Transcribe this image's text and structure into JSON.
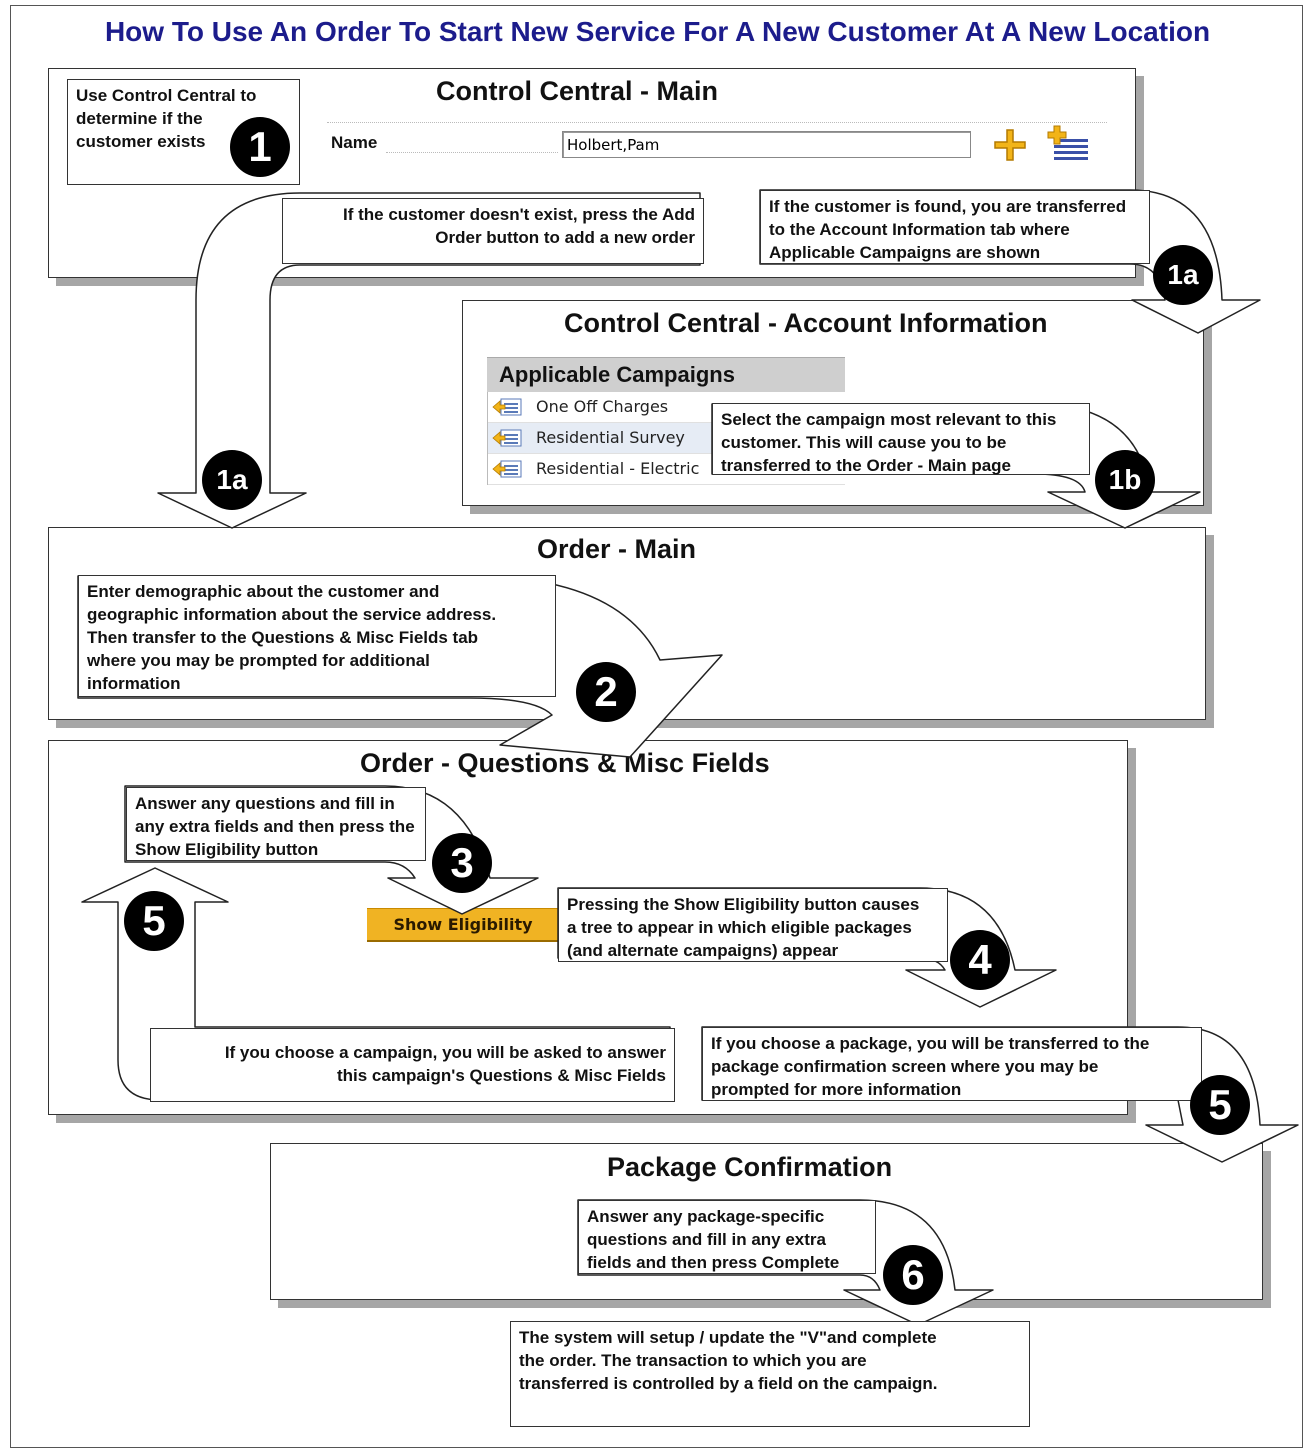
{
  "title": "How To Use An Order To Start New Service For A New Customer At A New Location",
  "panels": {
    "control_central_main": "Control Central - Main",
    "account_information": "Control Central - Account Information",
    "order_main": "Order - Main",
    "questions_misc": "Order - Questions & Misc Fields",
    "package_confirmation": "Package Confirmation"
  },
  "search": {
    "name_label": "Name",
    "name_value": "Holbert,Pam"
  },
  "campaigns": {
    "header": "Applicable Campaigns",
    "items": [
      "One Off Charges",
      "Residential Survey",
      "Residential - Electric"
    ]
  },
  "button": {
    "show_eligibility": "Show Eligibility"
  },
  "notes": {
    "step1": [
      "Use Control Central to",
      "determine if the",
      "customer exists"
    ],
    "add_order": [
      "If the customer doesn't exist, press the Add",
      "Order button to add a new order"
    ],
    "found": [
      "If the customer is found, you are transferred",
      "to the Account Information tab where",
      "Applicable Campaigns are shown"
    ],
    "select_campaign": [
      "Select the campaign most relevant to this",
      "customer.  This will cause you to be",
      "transferred to the Order - Main page"
    ],
    "demographic": [
      "Enter demographic about the customer and",
      "geographic information about the  service address.",
      "Then transfer to the Questions & Misc Fields tab",
      "where you may be prompted for additional",
      "information"
    ],
    "answer_questions": [
      "Answer any questions and fill in",
      "any extra fields and then press the",
      "Show Eligibility button"
    ],
    "eligibility": [
      "Pressing the Show Eligibility button causes",
      "a tree to appear in which eligible packages",
      "(and alternate campaigns) appear"
    ],
    "choose_campaign": [
      "If you choose a campaign, you will be asked to answer",
      "this campaign's Questions & Misc Fields"
    ],
    "choose_package": [
      "If you choose a package, you will be transferred to the",
      "package confirmation screen where you may be",
      "prompted for more information"
    ],
    "package_questions": [
      "Answer any package-specific",
      "questions and fill in any extra",
      "fields and then press Complete"
    ],
    "system": [
      "The system will setup / update the \"V\"and complete",
      "the order.  The transaction to which you are",
      "transferred is controlled by a field on the campaign."
    ]
  },
  "badges": {
    "one": "1",
    "one_a_top": "1a",
    "one_a_left": "1a",
    "one_b": "1b",
    "two": "2",
    "three": "3",
    "four": "4",
    "five_left": "5",
    "five_right": "5",
    "six": "6"
  }
}
